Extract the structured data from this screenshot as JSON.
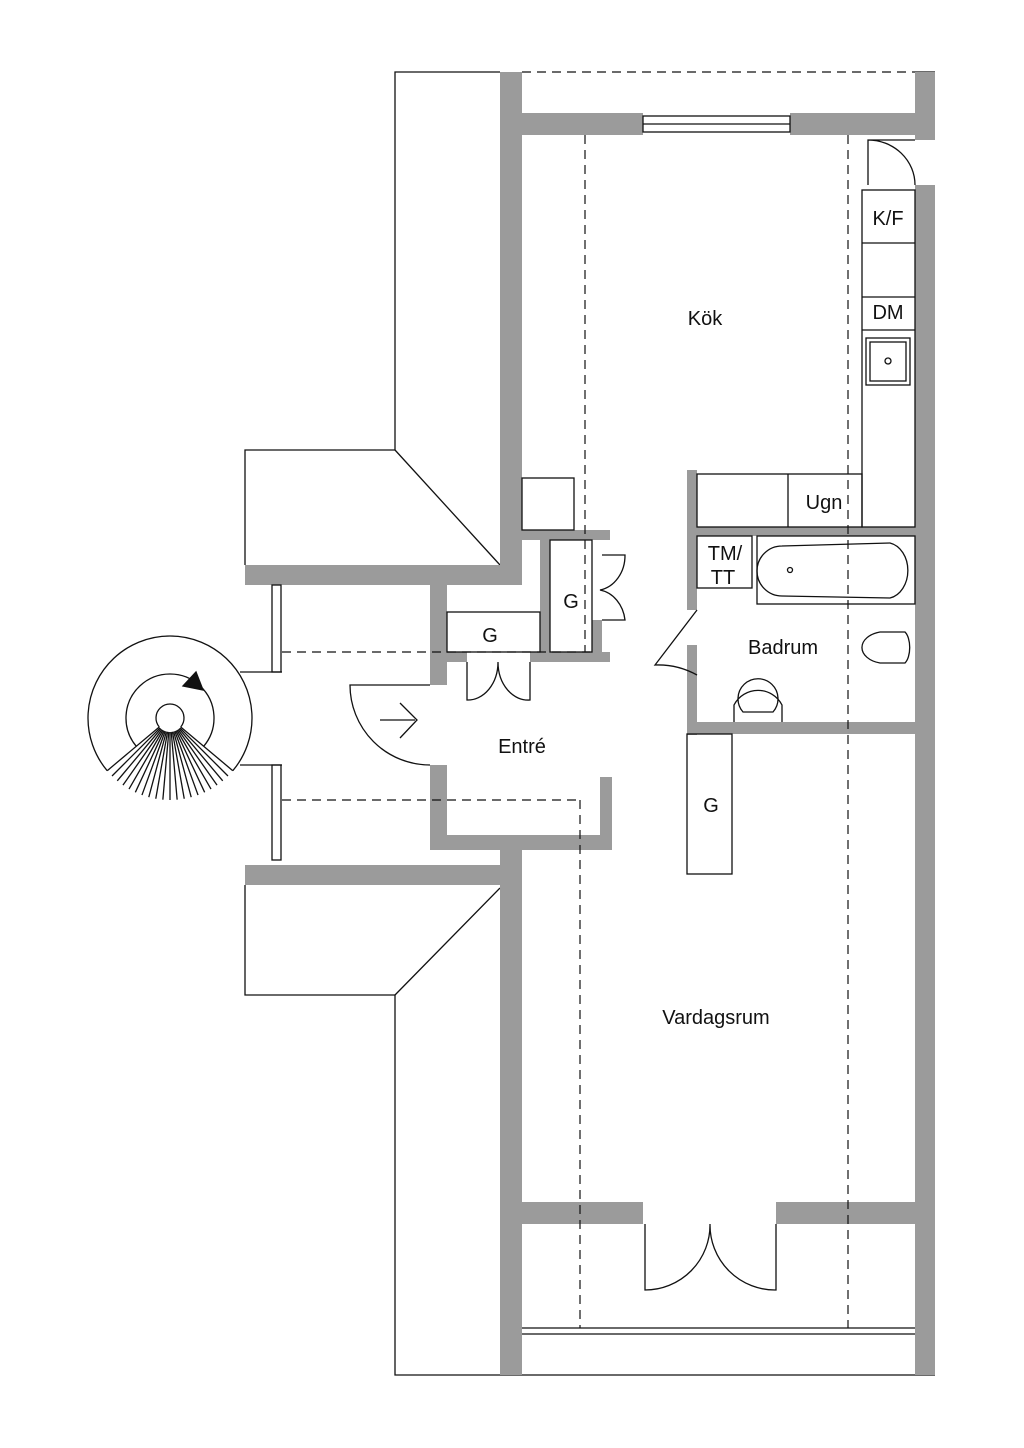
{
  "plan": {
    "wall_color": "#9b9b9b",
    "rooms": {
      "kitchen": "Kök",
      "entrance": "Entré",
      "bathroom": "Badrum",
      "living_room": "Vardagsrum"
    },
    "fixtures": {
      "fridge_freezer": "K/F",
      "dishwasher": "DM",
      "oven": "Ugn",
      "washer_dryer_line1": "TM/",
      "washer_dryer_line2": "TT",
      "closet_1": "G",
      "closet_2": "G",
      "closet_3": "G"
    }
  }
}
